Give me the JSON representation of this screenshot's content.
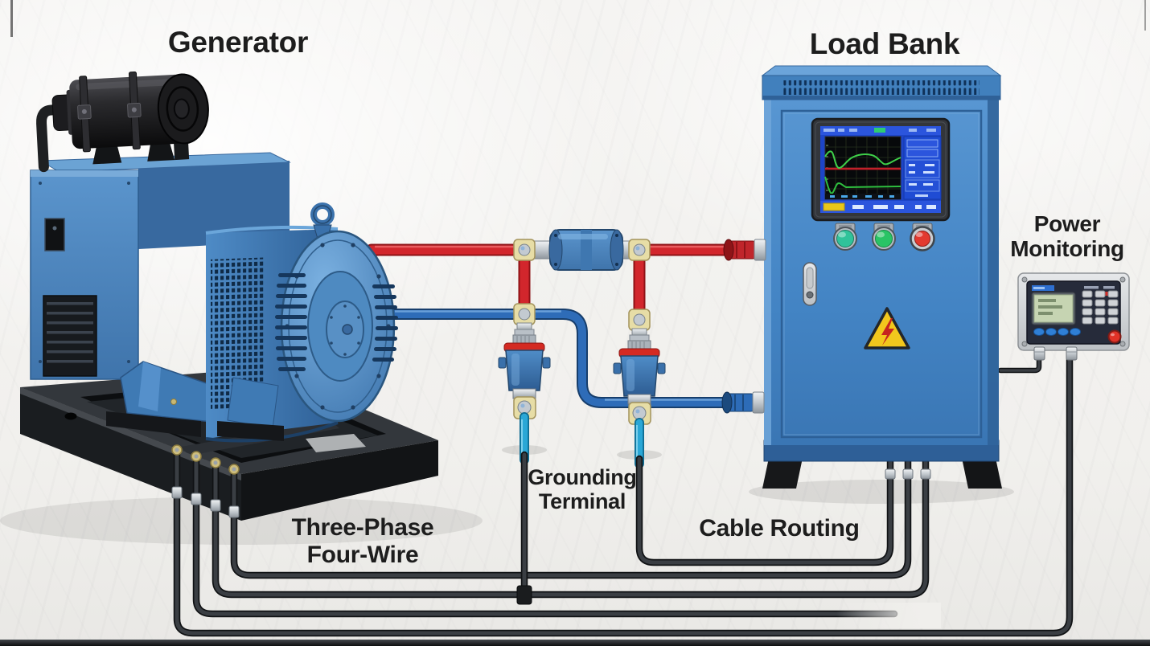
{
  "labels": {
    "generator": "Generator",
    "load_bank": "Load Bank",
    "power_monitoring_line1": "Power",
    "power_monitoring_line2": "Monitoring",
    "grounding_terminal_line1": "Grounding",
    "grounding_terminal_line2": "Terminal",
    "three_phase_line1": "Three-Phase",
    "three_phase_line2": "Four-Wire",
    "cable_routing": "Cable Routing"
  },
  "colors": {
    "background": "#f2f1ee",
    "equipment_blue": "#4787c6",
    "phase_cable_red": "#d2262c",
    "neutral_cable_blue": "#2e6cb8",
    "ground_cable_cyan": "#2aa7d6",
    "routing_cable_black": "#2b2d30",
    "warning_yellow": "#f2c71d",
    "warning_bolt_red": "#c6241f",
    "screen_blue": "#1d45c8",
    "trace_green": "#3ecf49",
    "reference_line_red": "#c2202a",
    "lcd_green": "#c6d4b2"
  },
  "components": {
    "generator": {
      "label": "Generator",
      "parts": [
        "muffler",
        "control-box",
        "alternator",
        "skid-base"
      ],
      "output_cable_count": 4
    },
    "load_bank": {
      "label": "Load Bank",
      "indicator_buttons": [
        {
          "name": "indicator-green-1",
          "color": "#30c39a"
        },
        {
          "name": "indicator-green-2",
          "color": "#29c465"
        },
        {
          "name": "indicator-red",
          "color": "#e23a30"
        }
      ],
      "warning_icon": "high-voltage-triangle",
      "bottom_cable_count": 3
    },
    "power_monitor": {
      "label": "Power Monitoring",
      "display": "lcd",
      "function_button_count": 4,
      "keypad_key_count": 12
    },
    "grounding_terminal": {
      "label": "Grounding Terminal",
      "count": 2
    },
    "wiring": {
      "three_phase_four_wire": "Three-Phase Four-Wire",
      "cable_routing": "Cable Routing"
    }
  }
}
